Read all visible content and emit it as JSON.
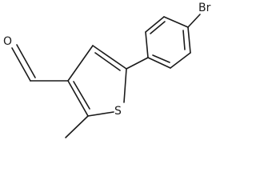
{
  "molecule": {
    "atoms": {
      "oxygen": "O",
      "sulfur": "S",
      "bromine": "Br"
    }
  }
}
